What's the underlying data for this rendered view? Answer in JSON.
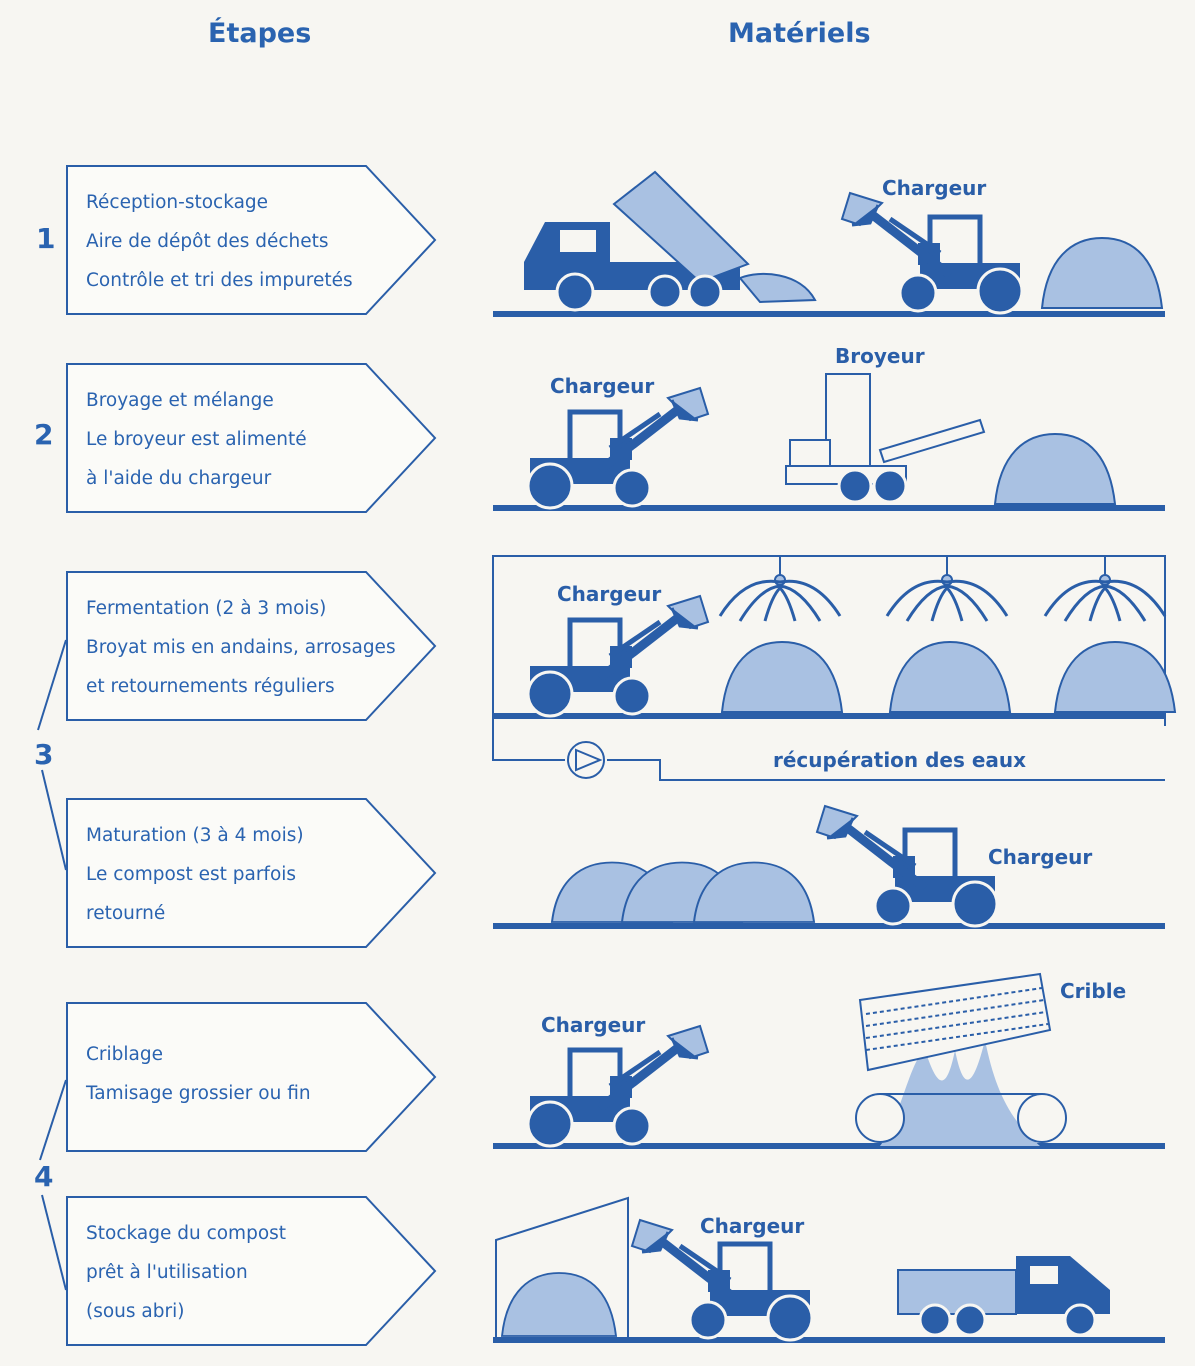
{
  "headers": {
    "etapes": "Étapes",
    "materiels": "Matériels"
  },
  "stage_numbers": [
    "1",
    "2",
    "3",
    "4"
  ],
  "steps": [
    {
      "lines": [
        "Réception-stockage",
        "Aire de dépôt des déchets",
        "Contrôle et tri des impuretés"
      ]
    },
    {
      "lines": [
        "Broyage et mélange",
        "Le broyeur est alimenté",
        "à l'aide du chargeur"
      ]
    },
    {
      "lines": [
        "Fermentation (2 à 3 mois)",
        "Broyat mis en andains, arrosages",
        "et retournements réguliers"
      ]
    },
    {
      "lines": [
        "Maturation (3 à 4 mois)",
        "Le compost est parfois",
        "retourné"
      ]
    },
    {
      "lines": [
        "Criblage",
        "Tamisage grossier ou fin"
      ]
    },
    {
      "lines": [
        "Stockage du compost",
        "prêt à l'utilisation",
        "(sous abri)"
      ]
    }
  ],
  "labels": {
    "chargeur": "Chargeur",
    "broyeur": "Broyeur",
    "crible": "Crible",
    "recuperation": "récupération des eaux"
  },
  "colors": {
    "dark_blue": "#2a5ea8",
    "light_blue": "#a9c1e2",
    "background": "#f7f6f2"
  }
}
